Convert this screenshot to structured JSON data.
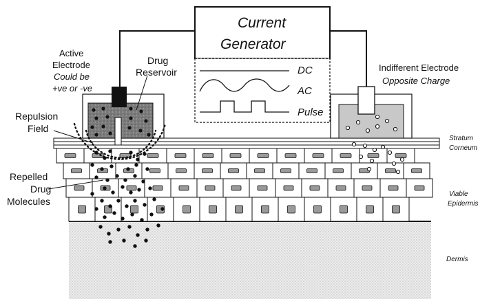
{
  "generator": {
    "line1": "Current",
    "line2": "Generator"
  },
  "waveforms": {
    "dc": "DC",
    "ac": "AC",
    "pulse": "Pulse"
  },
  "active_electrode": {
    "line1": "Active",
    "line2": "Electrode",
    "line3": "Could be",
    "line4": "+ve or -ve"
  },
  "drug_reservoir": {
    "line1": "Drug",
    "line2": "Reservoir"
  },
  "indifferent_electrode": {
    "line1": "Indifferent Electrode",
    "line2": "Opposite Charge"
  },
  "repulsion_field": {
    "line1": "Repulsion",
    "line2": "Field"
  },
  "repelled_molecules": {
    "line1": "Repelled",
    "line2": "Drug",
    "line3": "Molecules"
  },
  "layers": {
    "stratum_corneum_1": "Stratum",
    "stratum_corneum_2": "Corneum",
    "viable_epidermis_1": "Viable",
    "viable_epidermis_2": "Epidermis",
    "dermis": "Dermis"
  },
  "colors": {
    "ink": "#111111",
    "reservoir_fill": "#8a8a8a",
    "indifferent_fill": "#c8c8c8",
    "nucleus_fill": "#9a9a9a",
    "dermis_fill": "#e4e4e4"
  }
}
